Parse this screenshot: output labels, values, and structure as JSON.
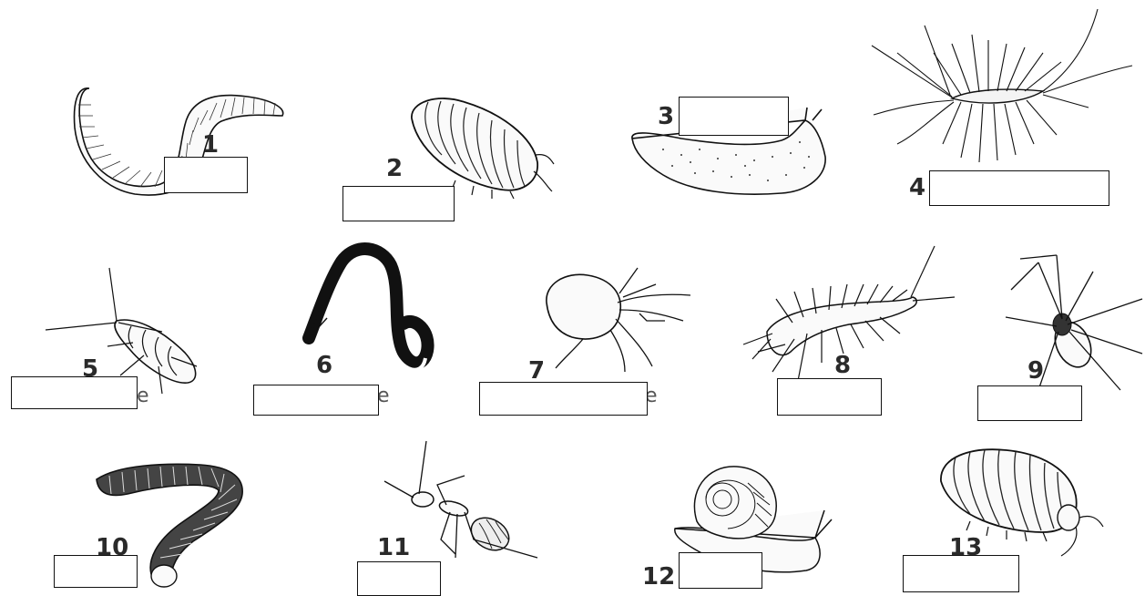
{
  "worksheet": {
    "items": [
      {
        "number": "1",
        "answer": ""
      },
      {
        "number": "2",
        "answer": ""
      },
      {
        "number": "3",
        "answer": ""
      },
      {
        "number": "4",
        "answer": ""
      },
      {
        "number": "5",
        "answer": ""
      },
      {
        "number": "6",
        "answer": ""
      },
      {
        "number": "7",
        "answer": ""
      },
      {
        "number": "8",
        "answer": ""
      },
      {
        "number": "9",
        "answer": ""
      },
      {
        "number": "10",
        "answer": ""
      },
      {
        "number": "11",
        "answer": ""
      },
      {
        "number": "12",
        "answer": ""
      },
      {
        "number": "13",
        "answer": ""
      }
    ]
  },
  "colors": {
    "ink": "#111111",
    "number_text": "#2a2a2a"
  }
}
